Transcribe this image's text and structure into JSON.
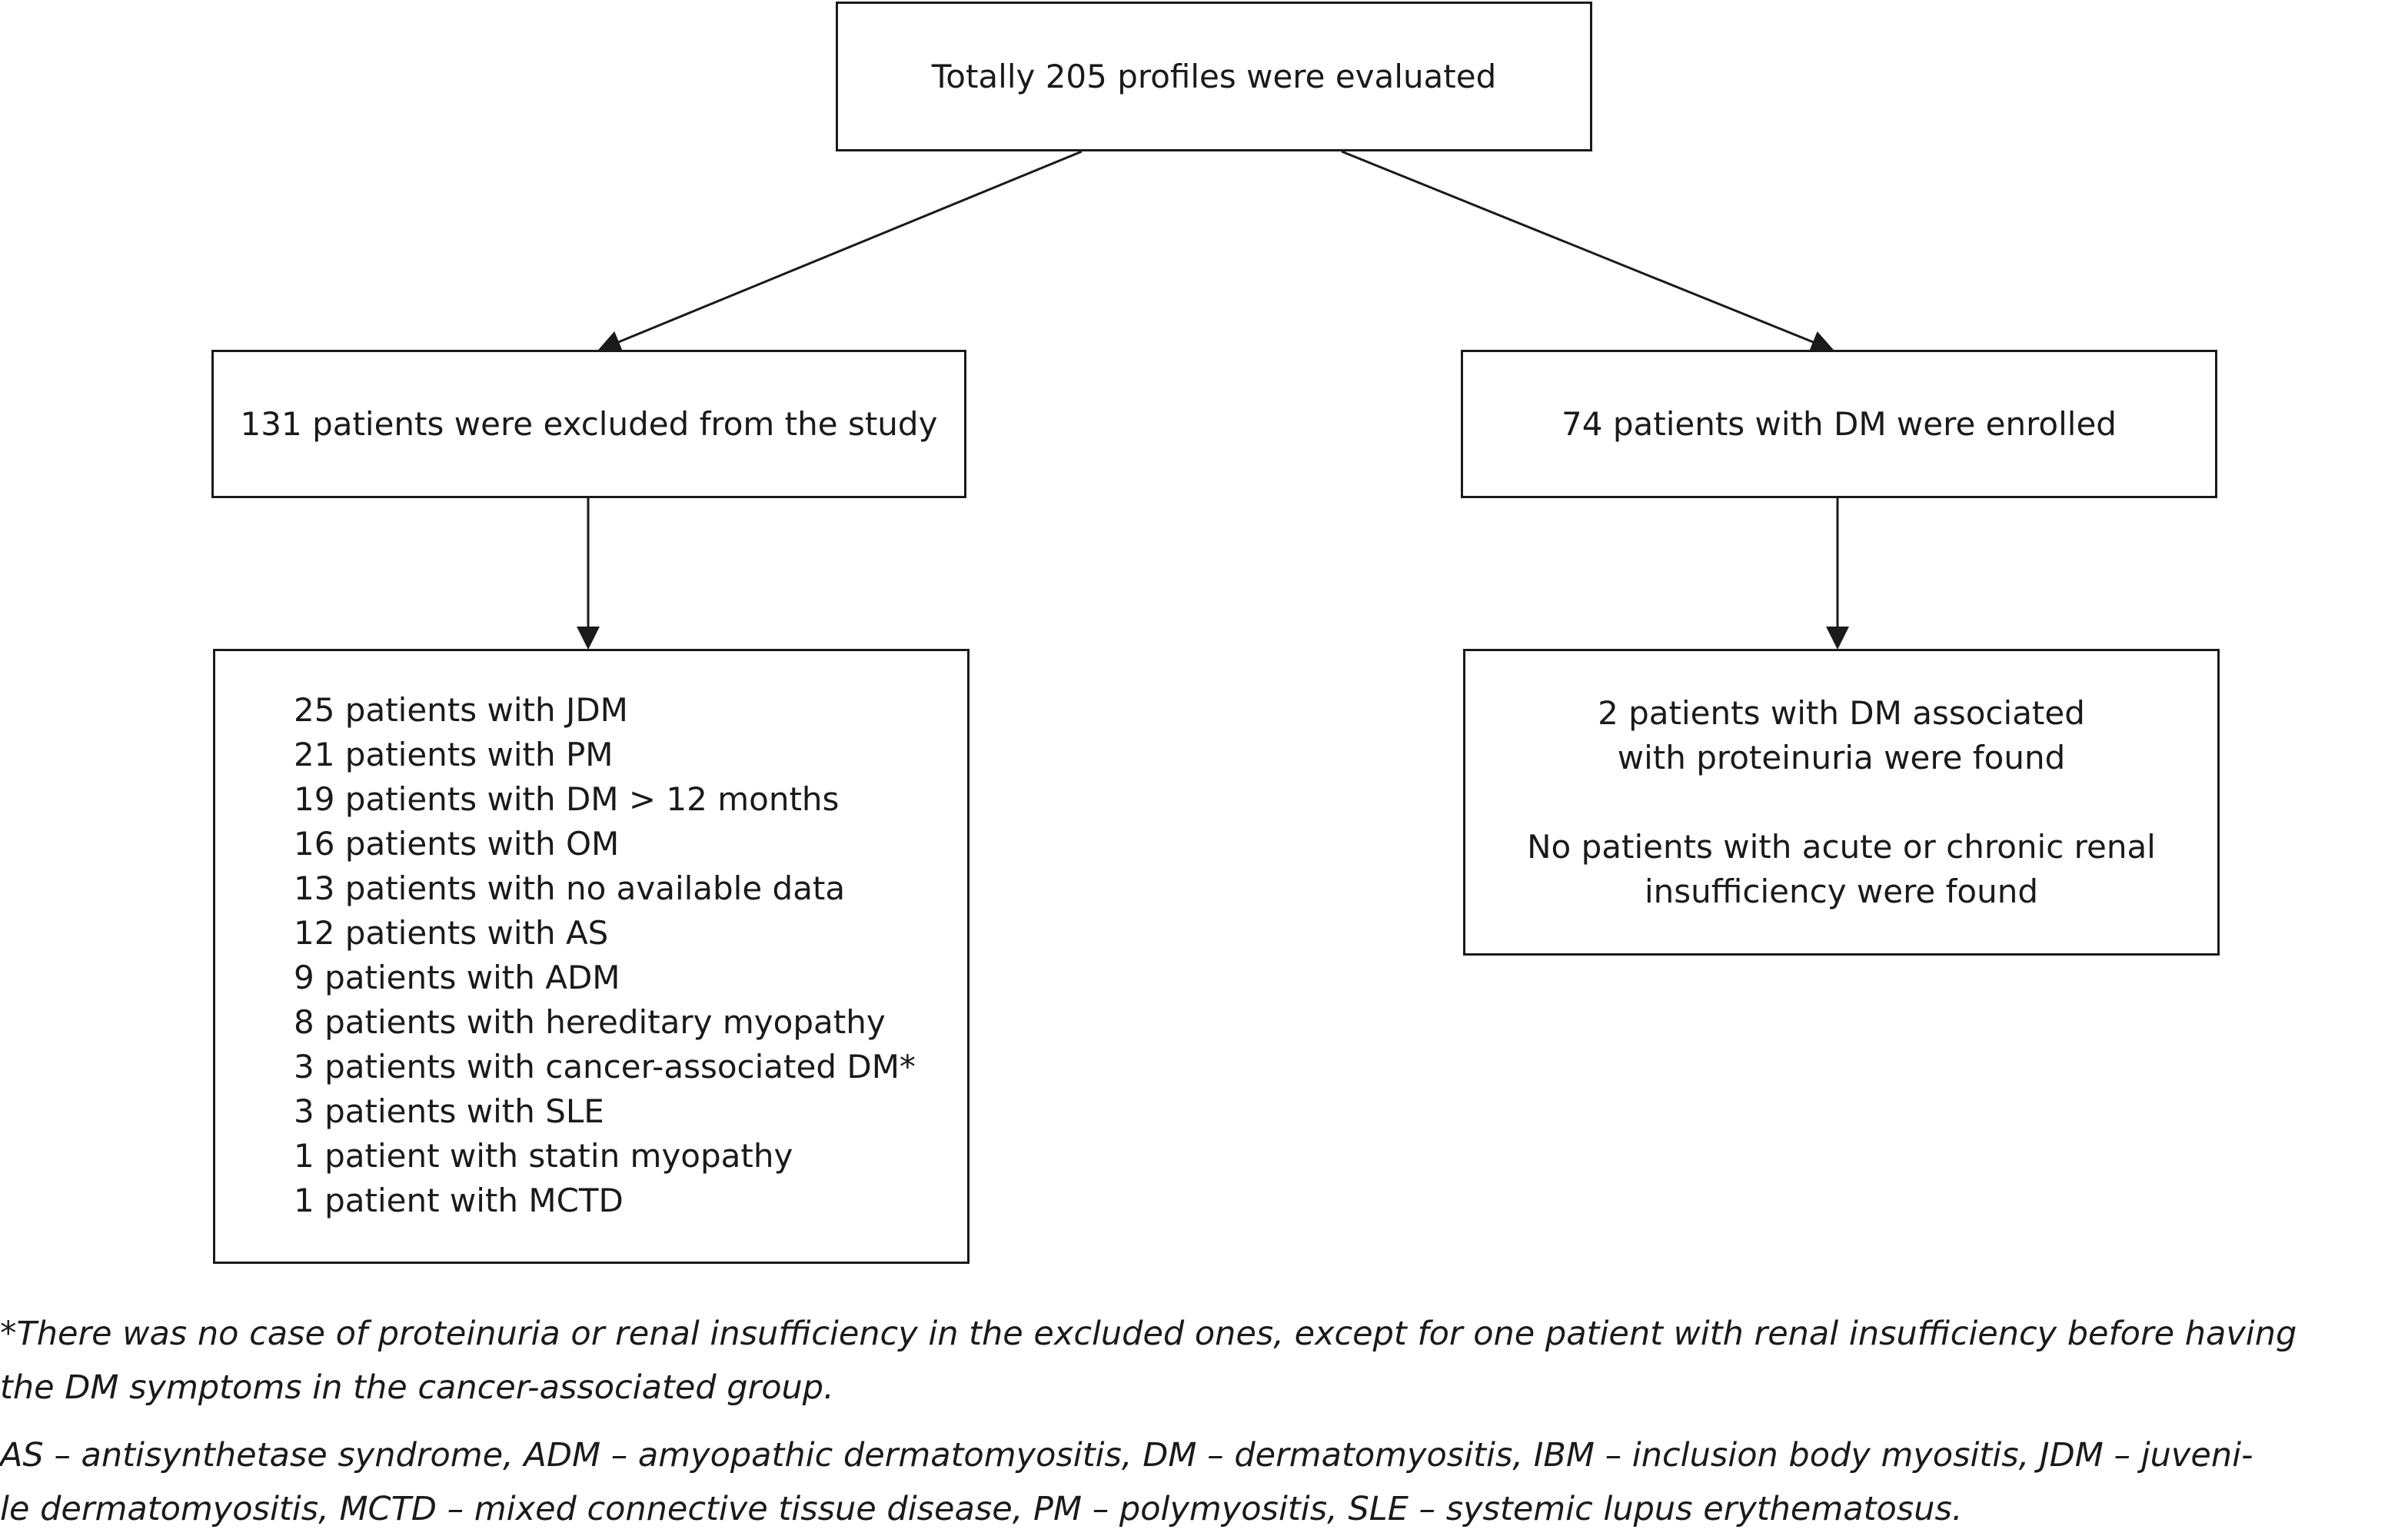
{
  "boxes": {
    "top": "Totally 205 profiles were evaluated",
    "excluded": "131 patients were excluded from the study",
    "enrolled": "74 patients with DM were enrolled",
    "excluded_list": [
      "25 patients with JDM",
      "21 patients with PM",
      "19 patients with DM > 12 months",
      "16 patients with OM",
      "13 patients with no available data",
      "12 patients with AS",
      "9 patients with ADM",
      "8 patients with hereditary myopathy",
      "3 patients with cancer-associated DM*",
      "3 patients with SLE",
      "1 patient with statin myopathy",
      "1 patient with MCTD"
    ],
    "findings": {
      "line1": "2 patients with DM associated",
      "line2": "with proteinuria were found",
      "line3": "No patients with acute or chronic renal",
      "line4": "insufficiency were found"
    }
  },
  "footnotes": {
    "star": [
      "*There was no case of proteinuria or renal insufficiency in the excluded ones, except for one patient with renal insufficiency before having",
      "the DM symptoms in the cancer-associated group."
    ],
    "abbreviations": [
      "AS – antisynthetase syndrome, ADM – amyopathic dermatomyositis, DM – dermatomyositis, IBM – inclusion body myositis, JDM – juveni-",
      "le dermatomyositis, MCTD – mixed connective tissue disease, PM – polymyositis, SLE – systemic lupus erythematosus."
    ]
  }
}
